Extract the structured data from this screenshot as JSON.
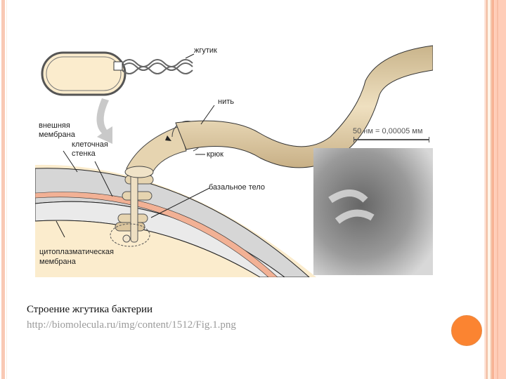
{
  "slide": {
    "caption": "Строение жгутика бактерии",
    "source": "http://biomolecula.ru/img/content/1512/Fig.1.png",
    "colors": {
      "accent_orange": "#fb8431",
      "border_peach": "#ffcdb8",
      "cytoplasm": "#fbeccd",
      "flagellum": "#e3cfa6",
      "membrane_gray": "#d4d4d4",
      "cell_wall_pink": "#f2b195"
    }
  },
  "figure": {
    "labels": {
      "flagellum": "жгутик",
      "filament": "нить",
      "outer_membrane_1": "внешняя",
      "outer_membrane_2": "мембрана",
      "cell_wall_1": "клеточная",
      "cell_wall_2": "стенка",
      "hook": "крюк",
      "basal_body": "базальное тело",
      "cytoplasmic_membrane_1": "цитоплазматическая",
      "cytoplasmic_membrane_2": "мембрана",
      "scale": "50 нм = 0,00005 мм"
    }
  }
}
